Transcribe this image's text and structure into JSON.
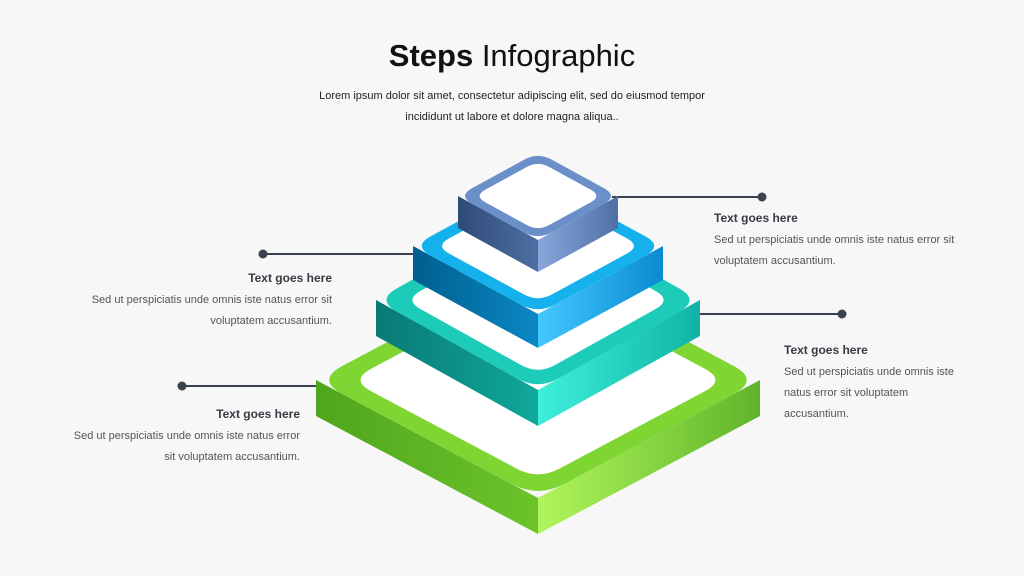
{
  "header": {
    "title_bold": "Steps",
    "title_rest": " Infographic",
    "subtitle": "Lorem ipsum dolor sit amet, consectetur adipiscing elit, sed do eiusmod tempor incididunt ut labore et dolore magna aliqua.."
  },
  "steps": [
    {
      "heading": "Text goes here",
      "body": "Sed ut perspiciatis unde omnis iste natus error sit voluptatem accusantium.",
      "color": "#6a8fc9"
    },
    {
      "heading": "Text goes here",
      "body": "Sed ut perspiciatis unde omnis iste natus error sit voluptatem accusantium.",
      "color": "#14b1ec"
    },
    {
      "heading": "Text goes here",
      "body": "Sed ut perspiciatis unde omnis iste natus error sit voluptatem accusantium.",
      "color": "#1dcbb9"
    },
    {
      "heading": "Text goes here",
      "body": "Sed ut perspiciatis unde omnis iste natus error sit voluptatem accusantium.",
      "color": "#7fd632"
    }
  ],
  "colors": {
    "connector": "#3a4250",
    "inner": "#ffffff"
  }
}
